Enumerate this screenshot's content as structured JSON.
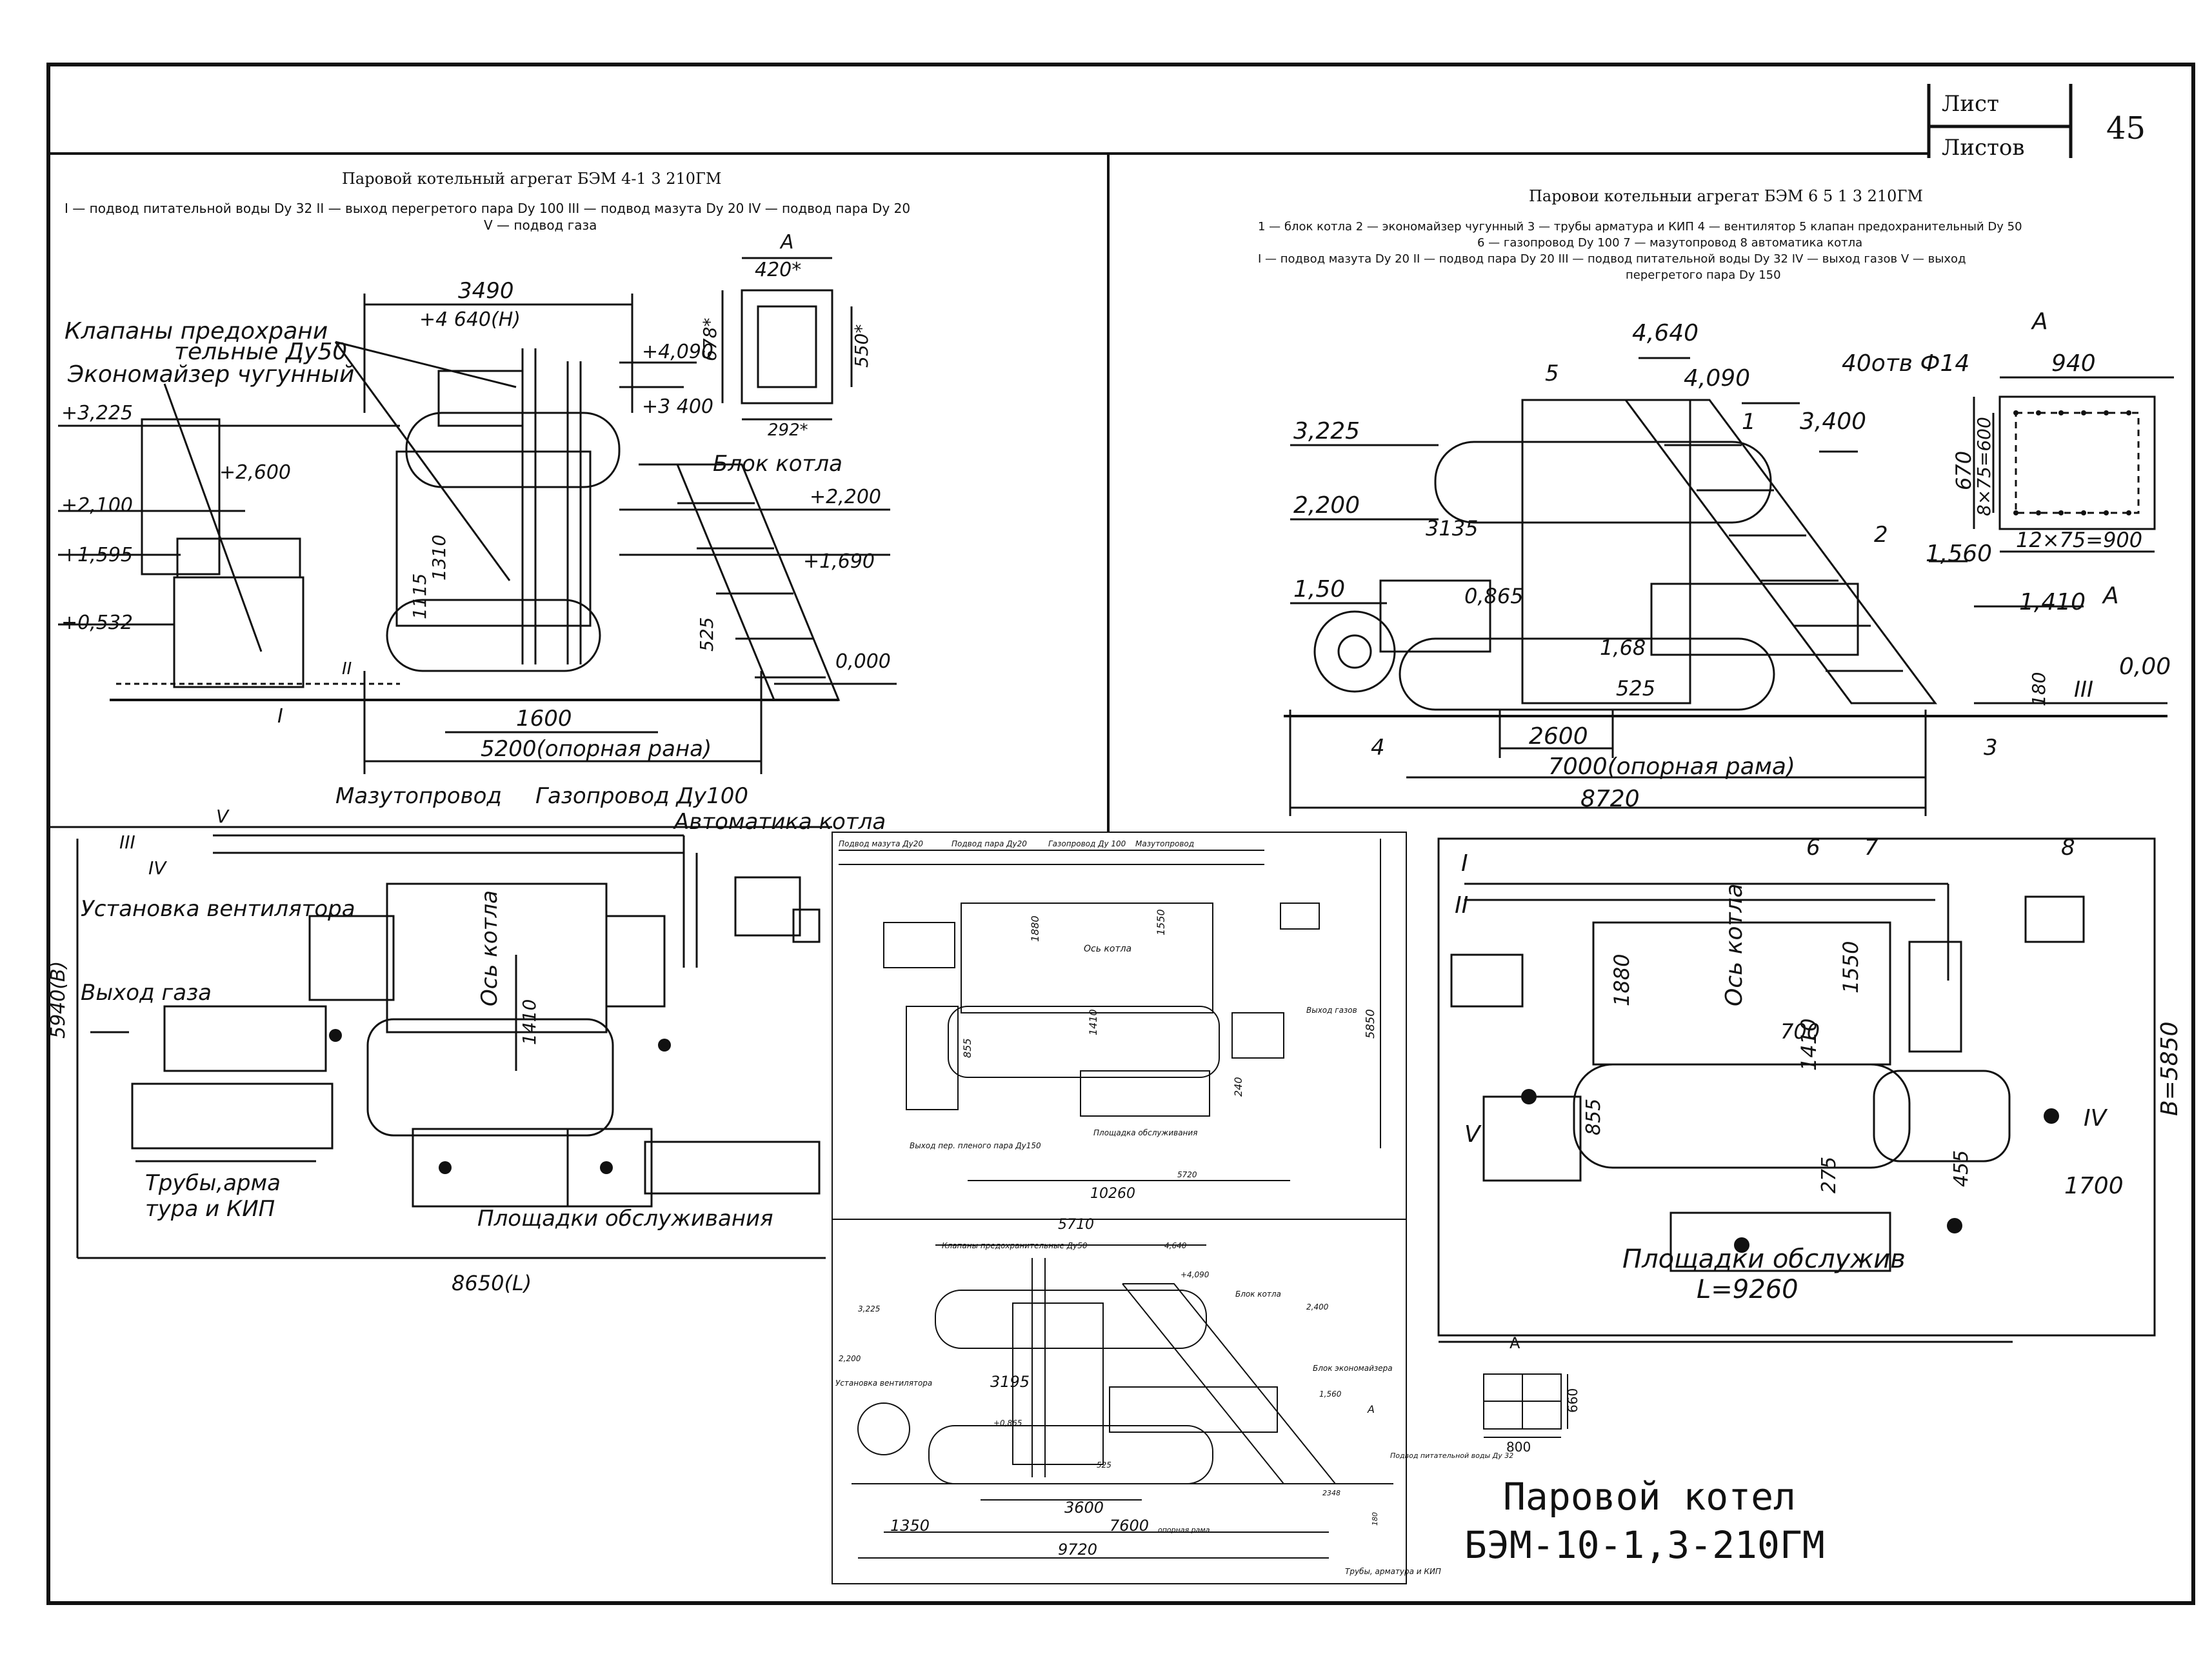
{
  "title_block": {
    "sheet_label": "Лист",
    "sheets_label": "Листов",
    "sheet_number": "45"
  },
  "top_left": {
    "title": "Паровой котельный агрегат БЭМ 4-1 3 210ГМ",
    "legend_line1": "I — подвод питательной воды Dу 32  II — выход перегретого пара Dу 100  III — подвод мазута Dу 20  IV — подвод пара Dу 20",
    "legend_line2": "V — подвод газа",
    "labels": {
      "valves": "Клапаны предохрани",
      "valves2": "тельные Ду50",
      "economizer": "Экономайзер чугунный",
      "boiler_block": "Блок котла",
      "section_a": "А",
      "dim_420": "420*",
      "dim_292": "292*",
      "dim_678": "678*",
      "dim_550": "550*",
      "dim_3490": "3490",
      "elev_4640": "+4 640(Н)",
      "elev_4090": "+4,090",
      "elev_3400": "+3 400",
      "elev_3225": "+3,225",
      "elev_2600": "+2,600",
      "elev_2200": "+2,200",
      "elev_2100": "+2,100",
      "elev_1690": "+1,690",
      "elev_1595": "+1,595",
      "elev_0532": "+0,532",
      "elev_0000": "0,000",
      "dim_1310": "1310",
      "dim_1115": "1115",
      "dim_525": "525",
      "dim_1600": "1600",
      "dim_5200": "5200(опорная рана)",
      "mark_I": "I",
      "mark_II": "II"
    }
  },
  "top_right": {
    "title": "Паровои котельныи агрегат БЭМ 6 5 1 3 210ГМ",
    "legend_line1": "1 — блок котла  2 — экономайзер чугунный  3 — трубы арматура и КИП  4 — вентилятор  5 клапан предохранительный Dу 50",
    "legend_line2": "6 — газопровод Dу 100  7 — мазутопровод  8 автоматика котла",
    "legend_line3": "I — подвод мазута Dу 20  II — подвод пара Dу 20  III — подвод питательной воды Dу 32  IV — выход газов  V — выход",
    "legend_line4": "перегретого пара Dу 150",
    "labels": {
      "elev_4640": "4,640",
      "elev_4090": "4,090",
      "elev_3400": "3,400",
      "elev_3225": "3,225",
      "elev_2200": "2,200",
      "elev_1560": "1,560",
      "elev_1410": "1,410",
      "elev_150": "1,50",
      "elev_000": "0,00",
      "dim_3135": "3135",
      "dim_0865": "0,865",
      "dim_168": "1,68",
      "dim_525": "525",
      "dim_2600": "2600",
      "dim_7000": "7000(опорная рама)",
      "dim_8720": "8720",
      "dim_180": "180",
      "holes": "40отв Ф14",
      "section_a": "А",
      "dim_940": "940",
      "dim_670": "670",
      "dim_8x75": "8×75=600",
      "dim_12x75": "12×75=900",
      "n1": "1",
      "n2": "2",
      "n3": "3",
      "n4": "4",
      "n5": "5",
      "mark_III": "III",
      "arrow_a": "А"
    }
  },
  "mid_left": {
    "labels": {
      "fuel_line": "Мазутопровод",
      "gas_line": "Газопровод Ду100",
      "automation": "Автоматика котла",
      "fan": "Установка вентилятора",
      "gas_out": "Выход газа",
      "boiler_axis": "Ось котла",
      "dim_1410": "1410",
      "dim_5940": "5940(В)",
      "pipes1": "Трубы,арма",
      "pipes2": "тура и КИП",
      "platforms": "Площадки обслуживания",
      "dim_8650": "8650(L)",
      "m_III": "III",
      "m_IV": "IV",
      "m_V": "V"
    }
  },
  "mid_center": {
    "labels": {
      "fuel_in": "Подвод мазута Ду20",
      "steam_in": "Подвод пара Ду20",
      "gas_line": "Газопровод Ду 100",
      "fuel_line": "Мазутопровод",
      "boiler_axis": "Ось котла",
      "gas_out": "Выход газов",
      "dim_1880": "1880",
      "dim_1550": "1550",
      "dim_1410": "1410",
      "dim_855": "855",
      "dim_240": "240",
      "dim_5850": "5850",
      "dim_5720": "5720",
      "dim_10260": "10260",
      "steam_out": "Выход пер. пленого пара Ду150",
      "platforms": "Площадка обслуживания"
    }
  },
  "mid_right": {
    "labels": {
      "boiler_axis": "Ось котла",
      "dim_1880": "1880",
      "dim_1550": "1550",
      "dim_700": "700",
      "dim_1410": "1410",
      "dim_855": "855",
      "dim_275": "275",
      "dim_455": "455",
      "dim_1700": "1700",
      "dim_b": "В=5850",
      "dim_l": "L=9260",
      "platforms": "Площадки обслужив",
      "m_I": "I",
      "m_II": "II",
      "m_IV": "IV",
      "m_V": "V",
      "n6": "6",
      "n7": "7",
      "n8": "8"
    }
  },
  "bottom_center": {
    "labels": {
      "dim_5710": "5710",
      "valves": "Клапаны предохранительные Ду50",
      "elev_4640": "4,640",
      "elev_4090": "+4,090",
      "boiler_block": "Блок котла",
      "elev_2400": "2,400",
      "elev_3225": "3,225",
      "elev_2200": "2,200",
      "fan": "Установка вентилятора",
      "dim_3195": "3195",
      "elev_0865": "+0,865",
      "economizer_block": "Блок экономайзера",
      "elev_1560": "1,560",
      "section_a": "А",
      "dim_525": "525",
      "dim_3600": "3600",
      "dim_1350": "1350",
      "dim_7600": "7600",
      "frame": "опорная рама",
      "dim_9720": "9720",
      "feed_in": "Подвод питательной воды Ду 32",
      "dim_2348": "2348",
      "pipes": "Трубы, арматура и КИП",
      "dim_180": "180"
    }
  },
  "section_a_small": {
    "label": "А",
    "dim_660": "660",
    "dim_800": "800"
  },
  "caption": {
    "line1": "Паровой котел",
    "line2": "БЭМ-10-1,3-210ГМ"
  }
}
